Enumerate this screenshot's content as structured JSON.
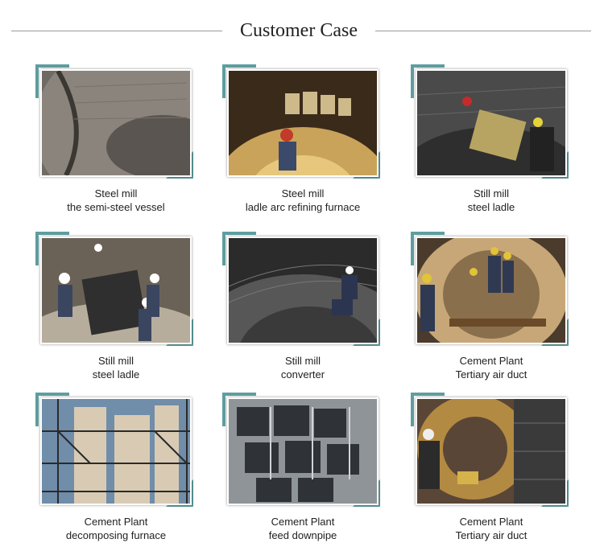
{
  "header": {
    "title": "Customer Case"
  },
  "cases": [
    {
      "line1": "Steel mill",
      "line2": "the semi-steel vessel",
      "scene": "vessel",
      "icon": "semi-steel-vessel-photo"
    },
    {
      "line1": "Steel mill",
      "line2": "ladle arc refining furnace",
      "scene": "furnace",
      "icon": "ladle-arc-furnace-photo"
    },
    {
      "line1": "Still mill",
      "line2": "steel ladle",
      "scene": "ladle",
      "icon": "steel-ladle-photo"
    },
    {
      "line1": "Still mill",
      "line2": "steel ladle",
      "scene": "ladle-workers",
      "icon": "steel-ladle-workers-photo"
    },
    {
      "line1": "Still mill",
      "line2": "converter",
      "scene": "converter",
      "icon": "converter-photo"
    },
    {
      "line1": "Cement Plant",
      "line2": "Tertiary air duct",
      "scene": "duct",
      "icon": "tertiary-air-duct-photo"
    },
    {
      "line1": "Cement Plant",
      "line2": "decomposing furnace",
      "scene": "tower",
      "icon": "decomposing-furnace-photo"
    },
    {
      "line1": "Cement Plant",
      "line2": "feed downpipe",
      "scene": "downpipe",
      "icon": "feed-downpipe-photo"
    },
    {
      "line1": "Cement Plant",
      "line2": "Tertiary air duct",
      "scene": "duct2",
      "icon": "tertiary-air-duct-photo"
    }
  ],
  "colors": {
    "accent": "#5f9ea0",
    "text": "#222222",
    "rule": "#9a9a9a"
  }
}
